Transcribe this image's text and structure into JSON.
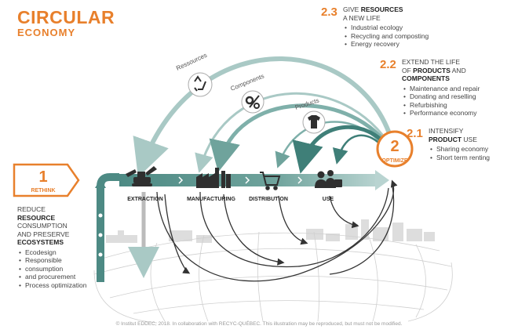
{
  "title": {
    "line1": "CIRCULAR",
    "line2": "ECONOMY"
  },
  "rethink": {
    "number": "1",
    "label": "RETHINK"
  },
  "optimize": {
    "number": "2",
    "label": "OPTIMIZE"
  },
  "left_block": {
    "line1": "REDUCE",
    "line2": "RESOURCE",
    "line3": "CONSUMPTION",
    "line4": "AND PRESERVE",
    "line5": "ECOSYSTEMS",
    "items": [
      "Ecodesign",
      "Responsible",
      "consumption",
      "and procurement",
      "Process optimization"
    ]
  },
  "block_23": {
    "num": "2.3",
    "line1_a": "GIVE ",
    "line1_b": "RESOURCES",
    "line2": "A NEW LIFE",
    "items": [
      "Industrial ecology",
      "Recycling and composting",
      "Energy recovery"
    ]
  },
  "block_22": {
    "num": "2.2",
    "line1": "EXTEND THE LIFE",
    "line2_a": "OF ",
    "line2_b": "PRODUCTS",
    "line2_c": " AND",
    "line3": "COMPONENTS",
    "items": [
      "Maintenance and repair",
      "Donating and reselling",
      "Refurbishing",
      "Performance economy"
    ]
  },
  "block_21": {
    "num": "2.1",
    "line1": "INTENSIFY",
    "line2_a": "PRODUCT",
    "line2_b": " USE",
    "items": [
      "Sharing economy",
      "Short term renting"
    ]
  },
  "stages": [
    "EXTRACTION",
    "MANUFACTURING",
    "DISTRIBUTION",
    "USE"
  ],
  "loops": [
    "Ressources",
    "Components",
    "Products"
  ],
  "footer": "© Institut EDDEC, 2018. In collaboration with RECYC-QUÉBEC. This illustration may be reproduced, but must not be modified.",
  "colors": {
    "orange": "#e8802c",
    "teal_light": "#a9c9c5",
    "teal_mid": "#6fa39c",
    "teal_dark": "#3f7f78",
    "dark": "#3a3a3a"
  },
  "icons": [
    "recycle-icon",
    "gear-wrench-icon",
    "clothing-icon",
    "excavator-icon",
    "factory-icon",
    "cart-icon",
    "people-icon"
  ]
}
